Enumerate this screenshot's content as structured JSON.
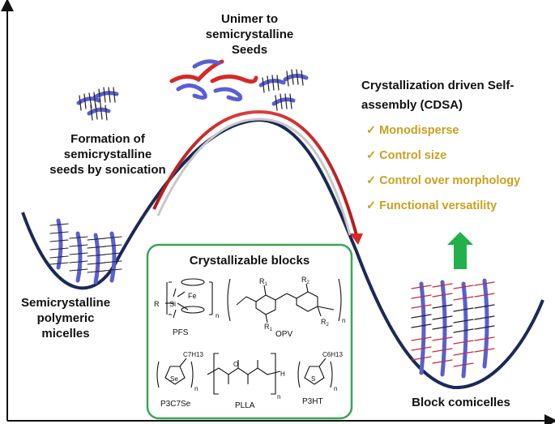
{
  "labels": {
    "unimer_line1": "Unimer to",
    "unimer_line2": "semicrystalline",
    "unimer_line3": "Seeds",
    "formation_line1": "Formation of",
    "formation_line2": "semicrystalline",
    "formation_line3": "seeds by sonication",
    "semi_line1": "Semicrystalline",
    "semi_line2": "polymeric",
    "semi_line3": "micelles",
    "block_comicelles": "Block comicelles",
    "cdsa_line1": "Crystallization driven Self-",
    "cdsa_line2": "assembly (CDSA)"
  },
  "features": [
    "✓ Monodisperse",
    "✓ Control size",
    "✓ Control over morphology",
    "✓ Functional versatility"
  ],
  "blocks_box": {
    "title": "Crystallizable blocks",
    "pfs": "PFS",
    "opv": "OPV",
    "p3c7se": "P3C7Se",
    "plla": "PLLA",
    "p3ht": "P3HT",
    "fe": "Fe",
    "si": "Si",
    "r": "R",
    "r1": "R",
    "r2": "R",
    "sub1": "1",
    "sub2": "2",
    "n": "n",
    "se": "Se",
    "s": "S",
    "c7h13": "C7H13",
    "c6h13": "C6H13",
    "o": "O",
    "h": "H"
  },
  "colors": {
    "curve": "#1b2a55",
    "arrow_red": "#d42a2a",
    "arrow_up": "#22b04b",
    "box_border": "#3aa657",
    "check_text": "#c9a020",
    "micelle_blue": "#5a5fd0",
    "corona_red": "#d03a3a"
  }
}
